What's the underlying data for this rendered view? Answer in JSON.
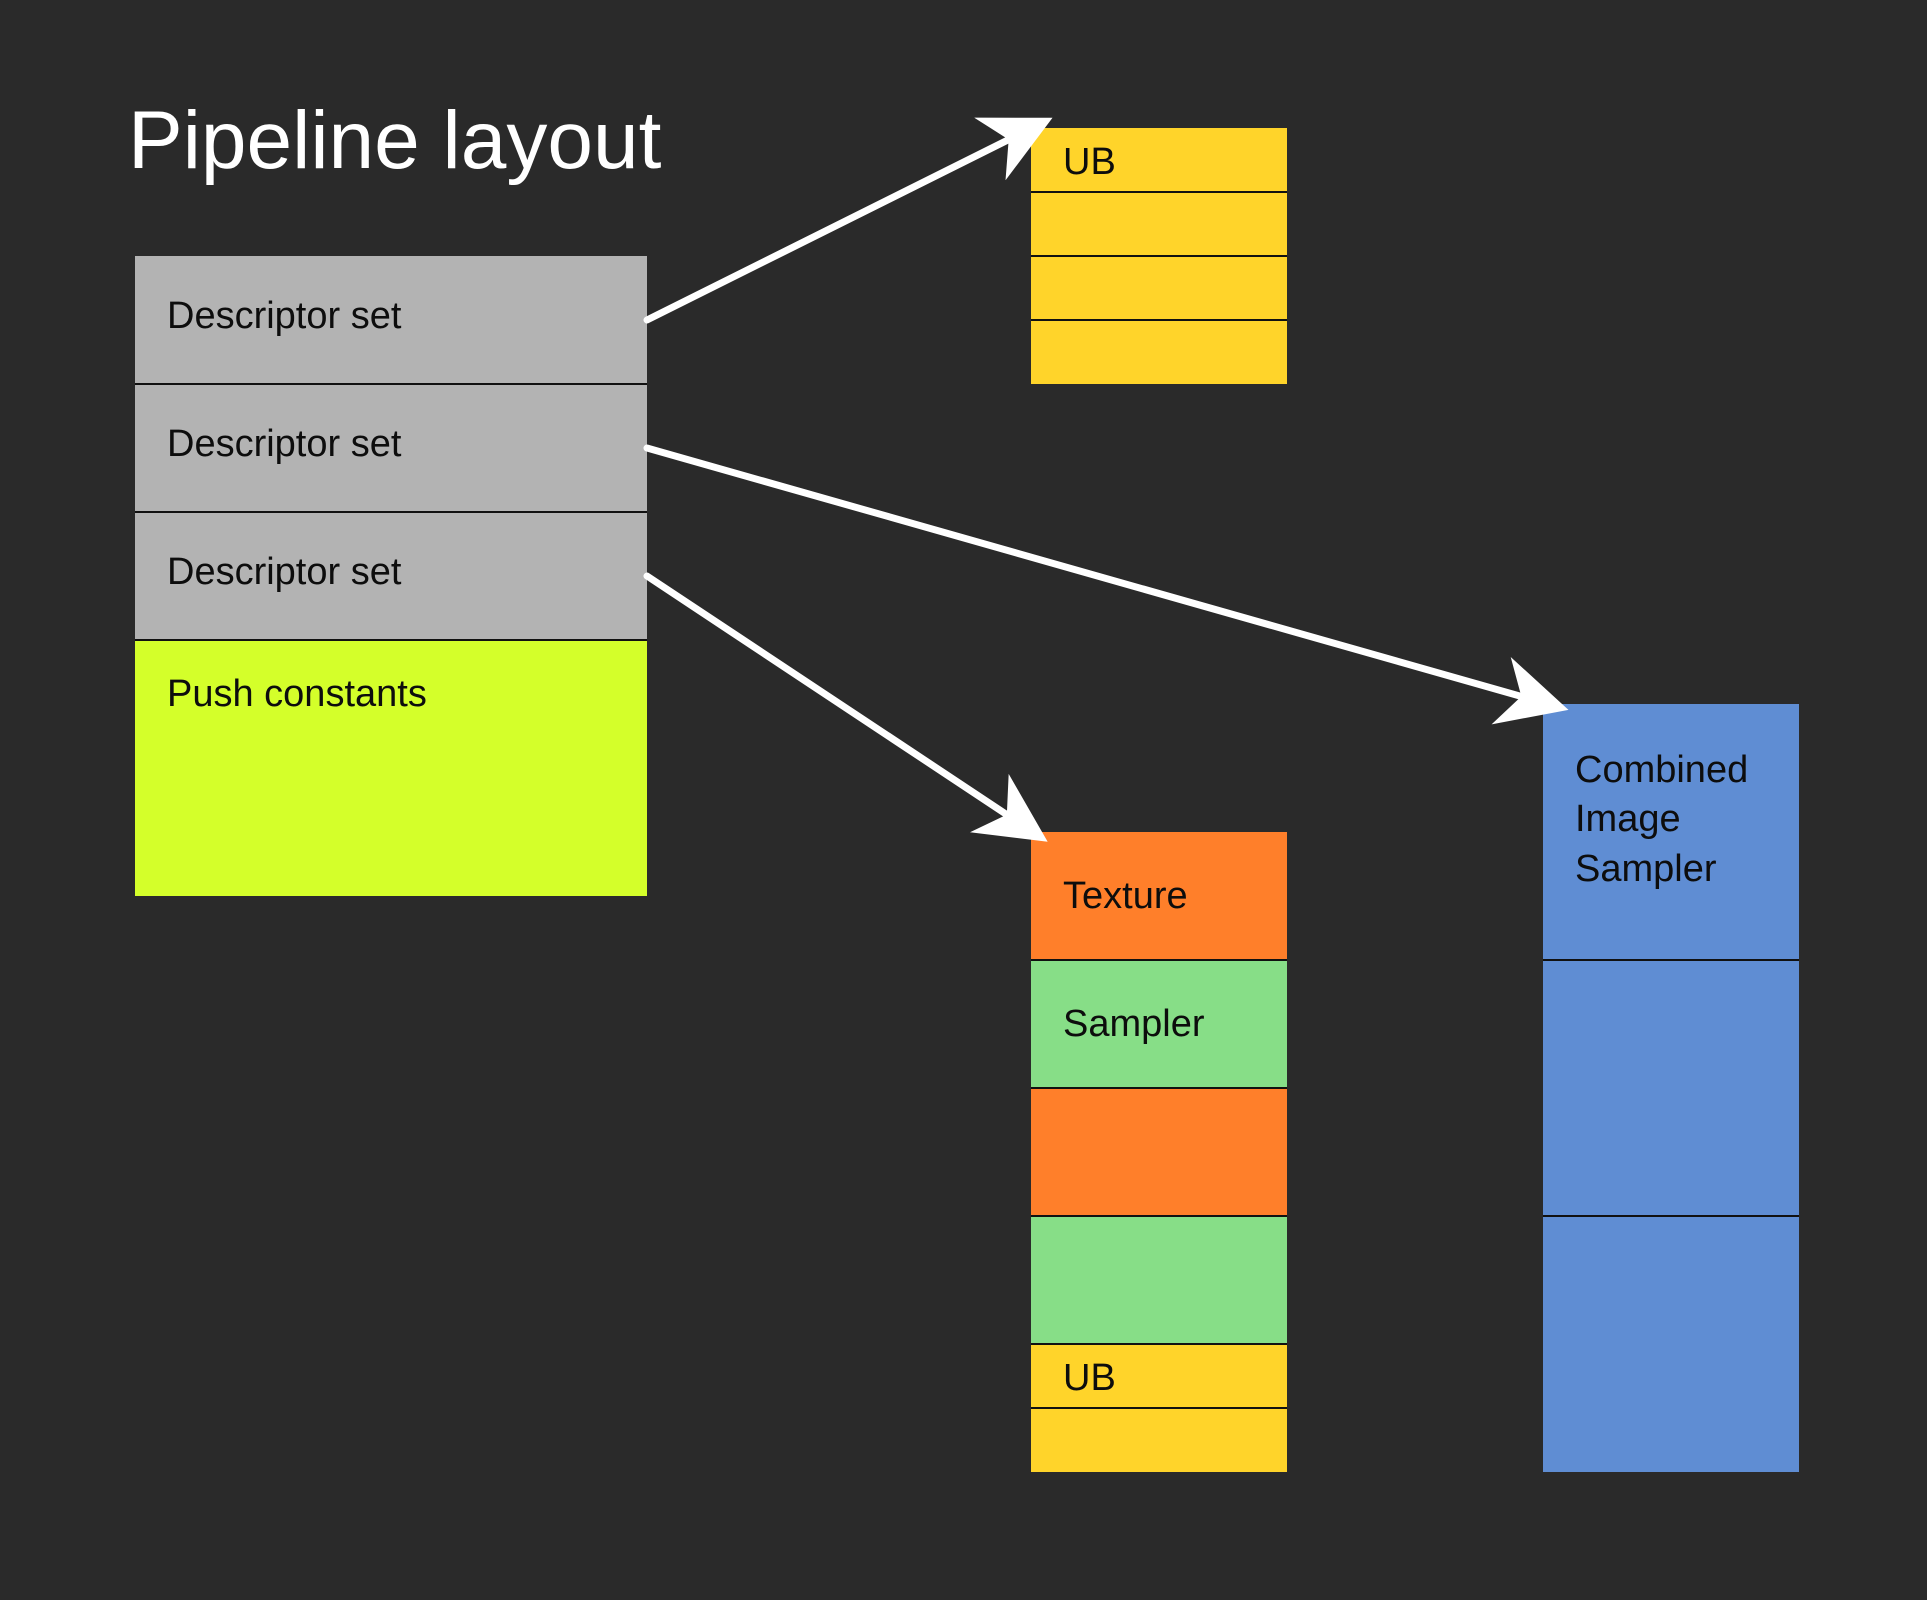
{
  "title": "Pipeline layout",
  "pipeline_layout": {
    "entries": [
      {
        "label": "Descriptor set",
        "color": "#b3b3b3"
      },
      {
        "label": "Descriptor set",
        "color": "#b3b3b3"
      },
      {
        "label": "Descriptor set",
        "color": "#b3b3b3"
      },
      {
        "label": "Push constants",
        "color": "#d4ff2a"
      }
    ]
  },
  "set_uniform": {
    "bindings": [
      {
        "label": "UB",
        "color": "#ffd42a"
      },
      {
        "label": "",
        "color": "#ffd42a"
      },
      {
        "label": "",
        "color": "#ffd42a"
      },
      {
        "label": "",
        "color": "#ffd42a"
      }
    ]
  },
  "set_texture": {
    "bindings": [
      {
        "label": "Texture",
        "color": "#ff7f2a"
      },
      {
        "label": "Sampler",
        "color": "#87de87"
      },
      {
        "label": "",
        "color": "#ff7f2a"
      },
      {
        "label": "",
        "color": "#87de87"
      },
      {
        "label": "UB",
        "color": "#ffd42a"
      },
      {
        "label": "",
        "color": "#ffd42a"
      }
    ]
  },
  "set_combined": {
    "bindings": [
      {
        "label": "Combined Image Sampler",
        "color": "#5f8dd3"
      },
      {
        "label": "",
        "color": "#5f8dd3"
      },
      {
        "label": "",
        "color": "#5f8dd3"
      }
    ]
  },
  "colors": {
    "background": "#2a2a2a",
    "arrow": "#ffffff",
    "separator": "#111111"
  }
}
